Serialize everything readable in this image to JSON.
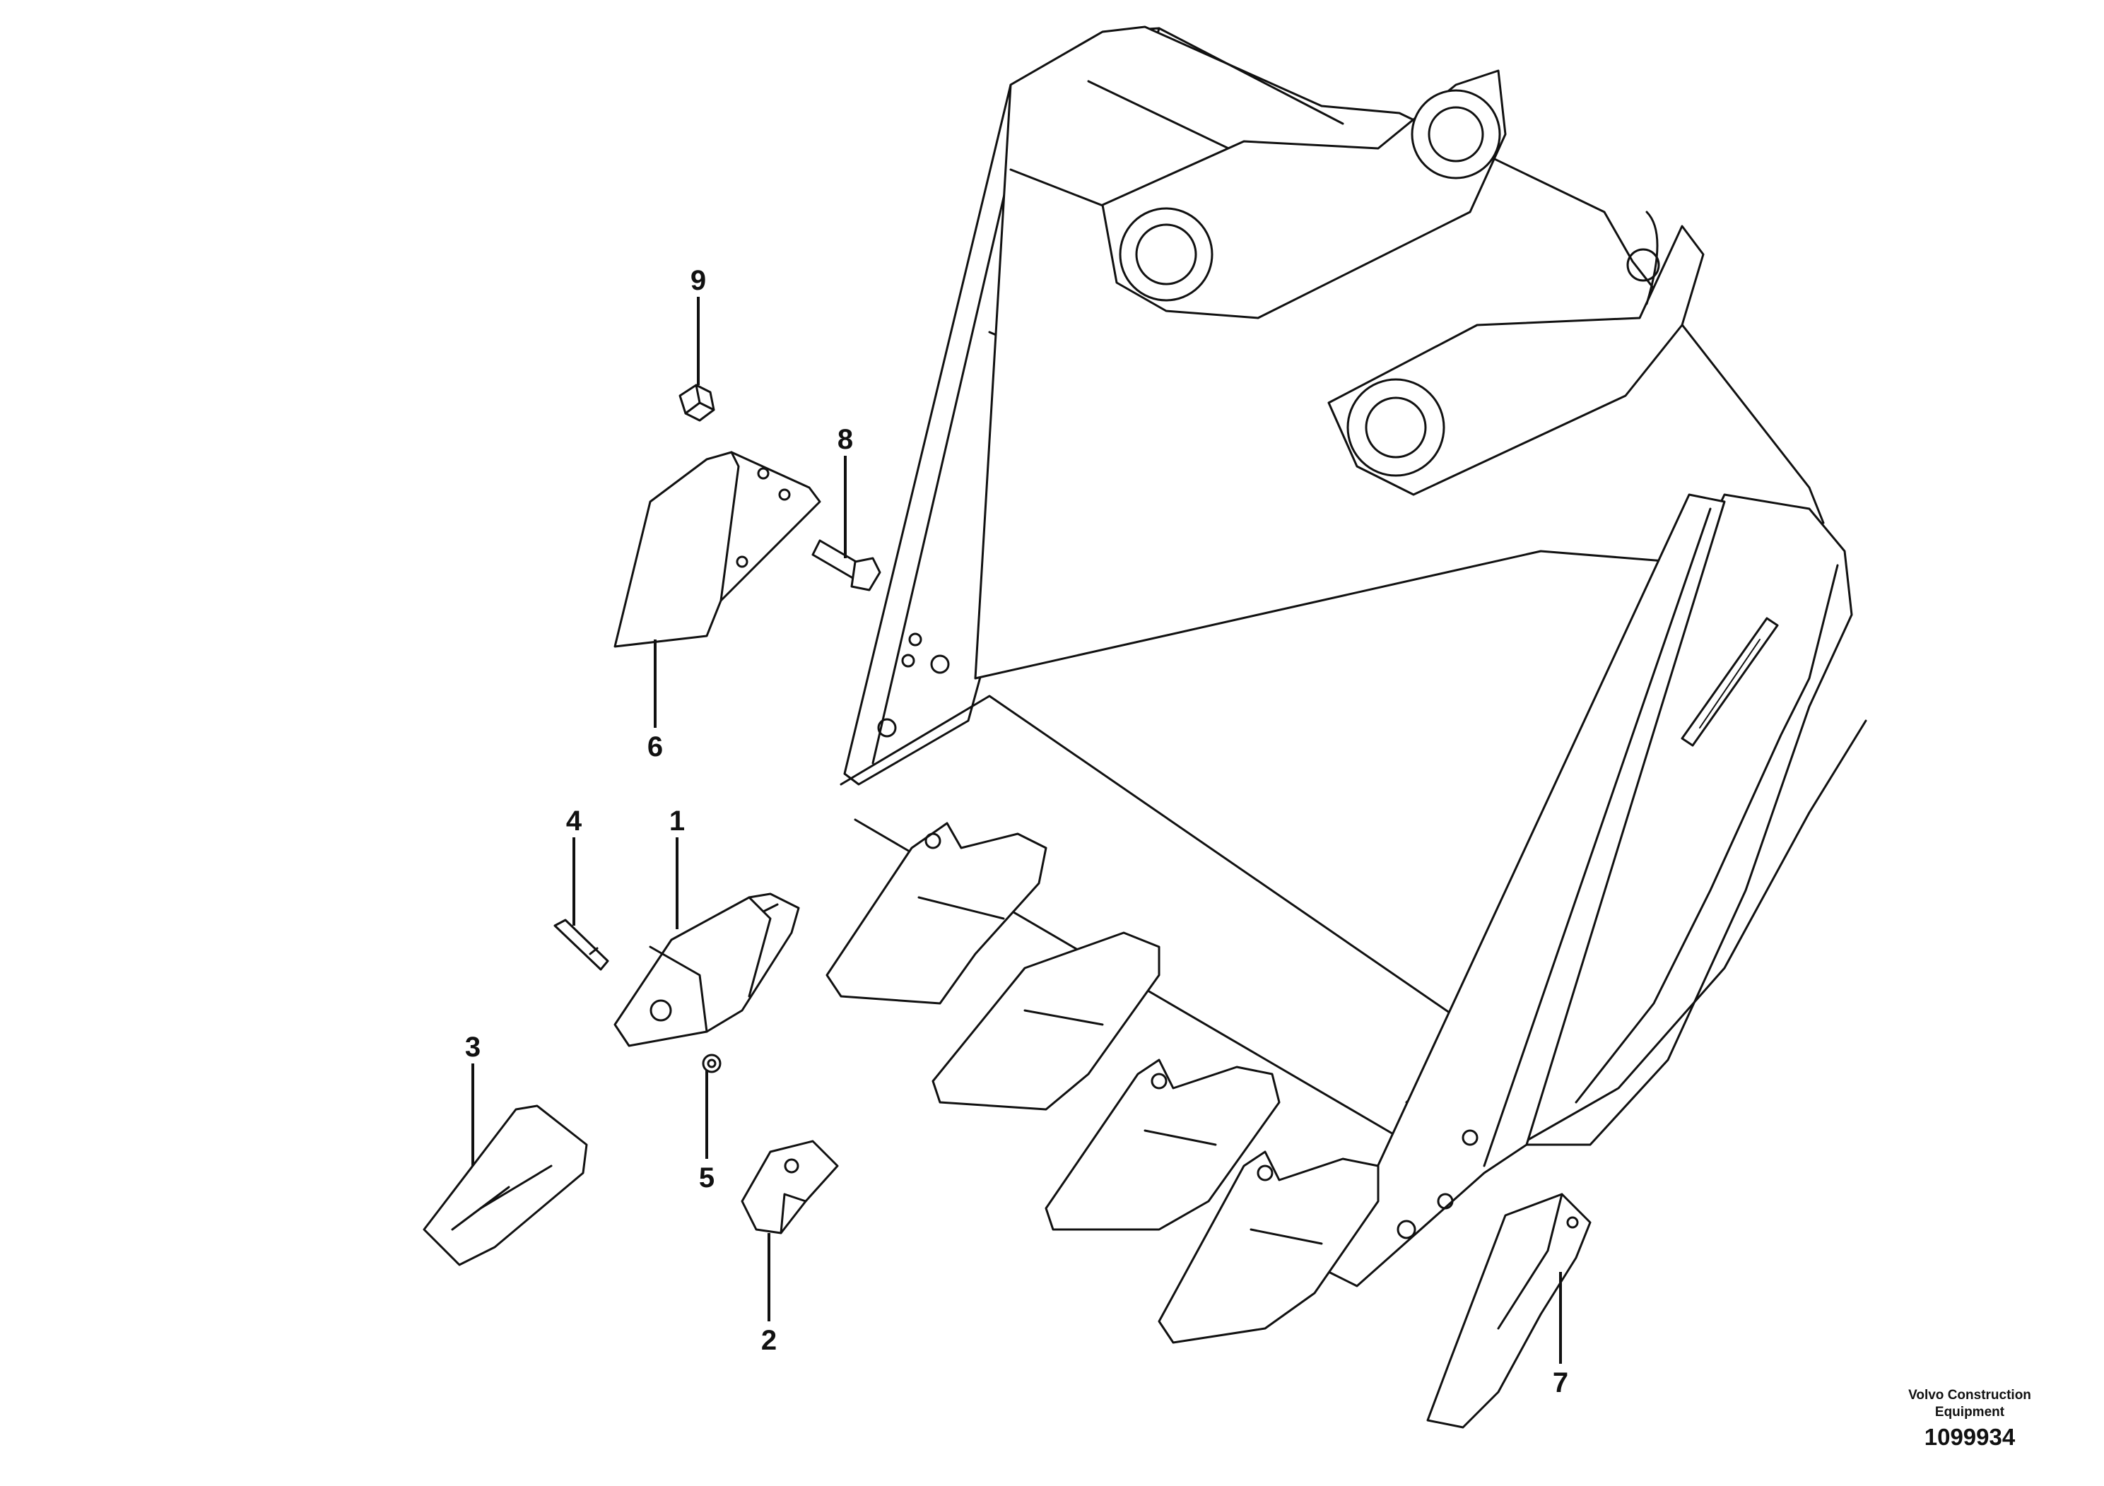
{
  "callouts": {
    "part_1": "1",
    "part_2": "2",
    "part_3": "3",
    "part_4": "4",
    "part_5": "5",
    "part_6": "6",
    "part_7": "7",
    "part_8": "8",
    "part_9": "9"
  },
  "caption": {
    "brand_line1": "Volvo Construction",
    "brand_line2": "Equipment",
    "illustration_number": "1099934"
  }
}
